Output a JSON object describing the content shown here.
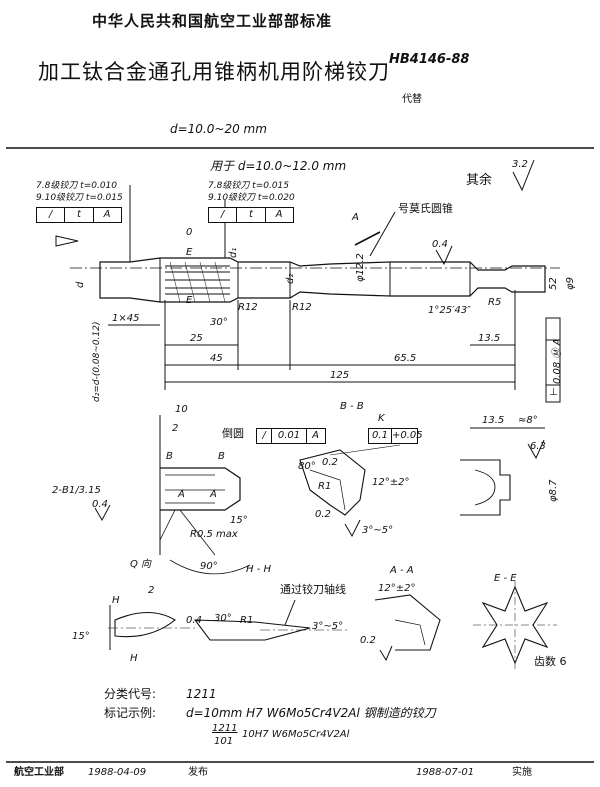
{
  "header": {
    "org": "中华人民共和国航空工业部部标准",
    "title": "加工钛合金通孔用锥柄机用阶梯铰刀",
    "standard_no": "HB4146-88",
    "replaces": "代替",
    "range": "d=10.0~20 mm"
  },
  "drawing": {
    "note_range": "用于 d=10.0~12.0 mm",
    "rest_label": "其余",
    "rest_rough": "3.2",
    "tol_left_1": "7.8级铰刀 t=0.010",
    "tol_left_2": "9.10级铰刀 t=0.015",
    "tol_mid_1": "7.8级铰刀 t=0.015",
    "tol_mid_2": "9.10级铰刀 t=0.020",
    "fcf_sym1": "/",
    "fcf_t": "t",
    "fcf_a": "A",
    "morse": "号莫氏圆锥",
    "sec_a": "A",
    "dim_0": "0",
    "dim_e": "E",
    "dim_d1": "d₁",
    "dim_d2": "d₂",
    "dim_d": "d",
    "dim_r12": "R12",
    "dim_r12b": "R12",
    "dim_30": "30°",
    "dim_1x45": "1×45",
    "dim_25": "25",
    "dim_45": "45",
    "dim_655": "65.5",
    "dim_125": "125",
    "dim_135": "13.5",
    "dim_r5": "R5",
    "dim_52": "52",
    "dim_phi9": "φ9",
    "dim_phi122": "φ12.2",
    "dim_taper": "1°25′43″",
    "rough_04": "0.4",
    "d2_formula": "d₂=d-(0.08~0.12)",
    "fcf_right": "0.08 Ⓜ A",
    "fcf_right_sym": "⊥",
    "dim_10": "10",
    "dim_2": "2",
    "lbl_chamfer": "倒圆",
    "fcf_chamfer_val": "0.01",
    "fcf_chamfer_a": "A",
    "lbl_b": "B",
    "lbl_b2": "B",
    "lbl_a1": "A",
    "lbl_a2": "A",
    "lbl_2b": "2-B1/3.15",
    "rough_04b": "0.4",
    "r05": "R0.5 max",
    "ang15": "15°",
    "ang90": "90°",
    "lbl_q": "Q 向",
    "sec_bb": "B - B",
    "lbl_k": "K",
    "k_val": "0.1",
    "k_tol": "+0.05",
    "ang80": "80°",
    "r02a": "0.2",
    "r1a": "R1",
    "ang12": "12°±2°",
    "r02b": "0.2",
    "ang3_5": "3°~5°",
    "dim_135b": "13.5",
    "ang8": "≈8°",
    "rough_63": "6.3",
    "phi87": "φ8.7",
    "sec_hh": "H - H",
    "lbl_axis": "通过铰刀轴线",
    "lbl_h1": "H",
    "lbl_h2": "H",
    "dim_2b": "2",
    "ang15b": "15°",
    "r04c": "0.4",
    "ang30b": "30°",
    "r1b": "R1",
    "ang35b": "3°~5°",
    "sec_aa": "A - A",
    "ang12b": "12°±2°",
    "r02c": "0.2",
    "sec_ee": "E - E",
    "teeth": "齿数 6"
  },
  "marking": {
    "class_label": "分类代号:",
    "class_code": "1211",
    "example_label": "标记示例:",
    "example_text": "d=10mm H7 W6Mo5Cr4V2Al 钢制造的铰刀",
    "code_num": "1211",
    "code_den": "101",
    "code_rest": "10H7 W6Mo5Cr4V2Al"
  },
  "footer": {
    "issuer": "航空工业部",
    "issue_date": "1988-04-09",
    "issue_label": "发布",
    "impl_date": "1988-07-01",
    "impl_label": "实施"
  }
}
